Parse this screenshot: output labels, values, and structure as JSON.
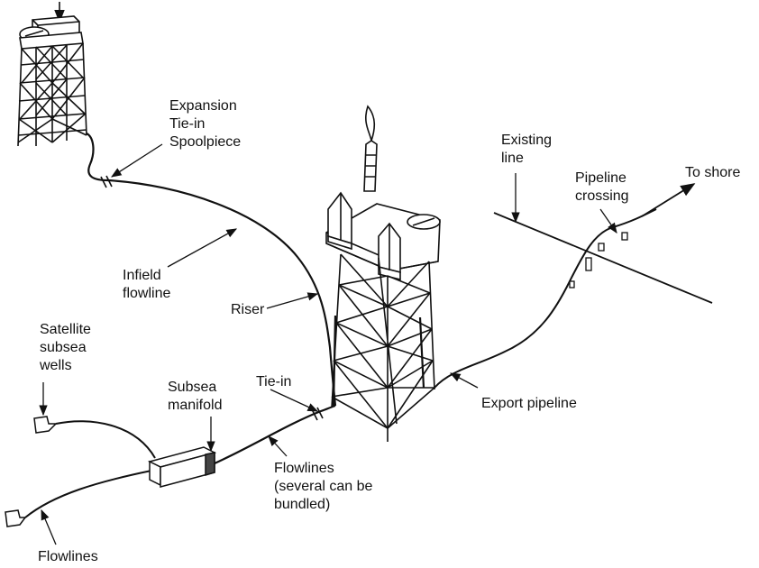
{
  "labels": {
    "expansion_1": "Expansion",
    "expansion_2": "Tie-in",
    "expansion_3": "Spoolpiece",
    "infield_1": "Infield",
    "infield_2": "flowline",
    "riser": "Riser",
    "existing_1": "Existing",
    "existing_2": "line",
    "crossing_1": "Pipeline",
    "crossing_2": "crossing",
    "to_shore": "To shore",
    "satellite_1": "Satellite",
    "satellite_2": "subsea",
    "satellite_3": "wells",
    "manifold_1": "Subsea",
    "manifold_2": "manifold",
    "tiein": "Tie-in",
    "flowlines_1": "Flowlines",
    "flowlines_2": "(several can be",
    "flowlines_3": "bundled)",
    "export": "Export pipeline",
    "flowlines_bottom": "Flowlines"
  },
  "colors": {
    "ink": "#111111",
    "background": "#ffffff"
  }
}
